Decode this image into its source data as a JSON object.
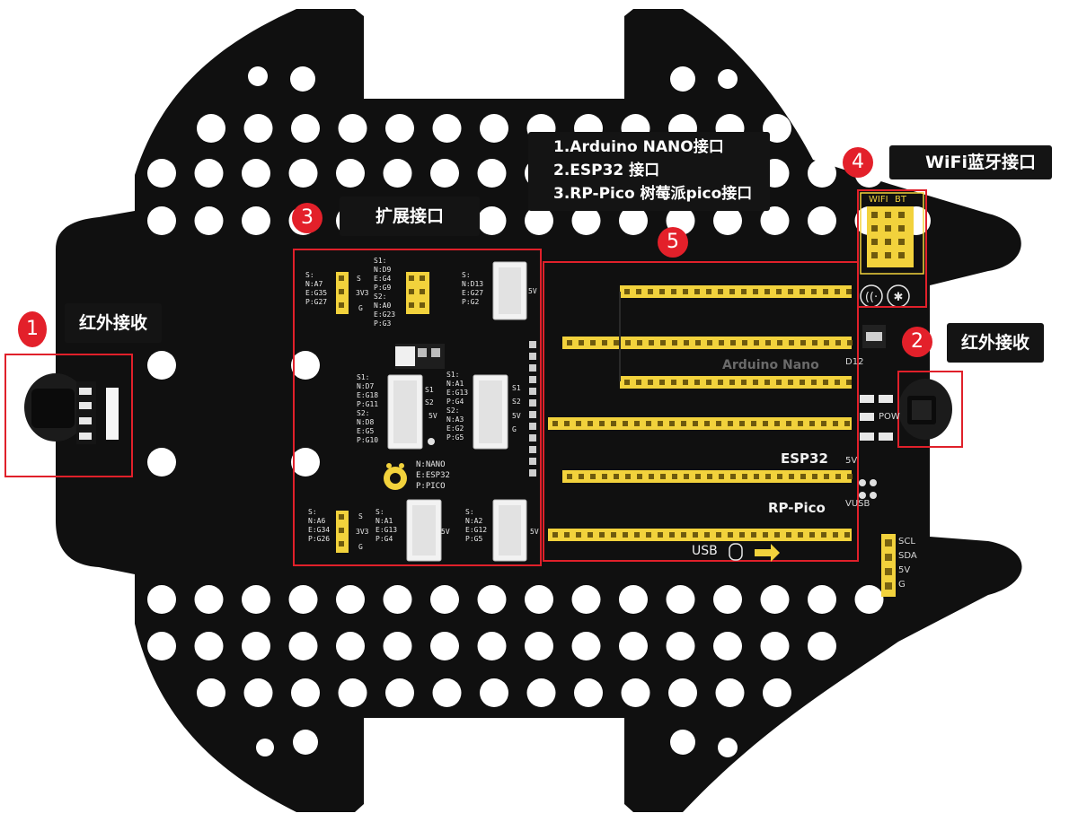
{
  "callouts": {
    "c1_label": "红外接收",
    "c2_label": "红外接收",
    "c3_label": "扩展接口",
    "c4_label": "WiFi蓝牙接口",
    "c5_lines": [
      "1.Arduino NANO接口",
      "2.ESP32 接口",
      "3.RP-Pico 树莓派pico接口"
    ]
  },
  "badges": {
    "b1": "1",
    "b2": "2",
    "b3": "3",
    "b4": "4",
    "b5": "5"
  },
  "silkscreen": {
    "arduino_nano": "Arduino Nano",
    "esp32": "ESP32",
    "rp_pico": "RP-Pico",
    "usb": "USB",
    "pow": "POW",
    "vusb": "VUSB",
    "d12": "D12",
    "five_v": "5V",
    "wifi": "WIFI",
    "bt": "BT",
    "scl": "SCL",
    "sda": "SDA",
    "vcc": "5V",
    "gnd": "G",
    "board_legend": "N:NANO\nE:ESP32\nP:PICO",
    "blk_a7": "S:\nN:A7\nE:G35\nP:G27",
    "blk_d9": "S1:\nN:D9\nE:G4\nP:G9\nS2:\nN:A0\nE:G23\nP:G3",
    "blk_d13": "S:\nN:D13\nE:G27\nP:G2",
    "blk_d7": "S1:\nN:D7\nE:G18\nP:G11\nS2:\nN:D8\nE:G5\nP:G10",
    "blk_a1b": "S1:\nN:A1\nE:G13\nP:G4\nS2:\nN:A3\nE:G2\nP:G5",
    "blk_a6": "S:\nN:A6\nE:G34\nP:G26",
    "blk_a1": "S:\nN:A1\nE:G13\nP:G4",
    "blk_a2": "S:\nN:A2\nE:G12\nP:G5",
    "pin_3v3": "3V3",
    "pin_s": "S",
    "pin_g": "G",
    "pin_5v": "5V",
    "pin_s1": "S1",
    "pin_s2": "S2"
  },
  "colors": {
    "board": "#101010",
    "header_yellow": "#f2d23c",
    "highlight_red": "#e0202a",
    "connector_white": "#f2f2f2"
  }
}
